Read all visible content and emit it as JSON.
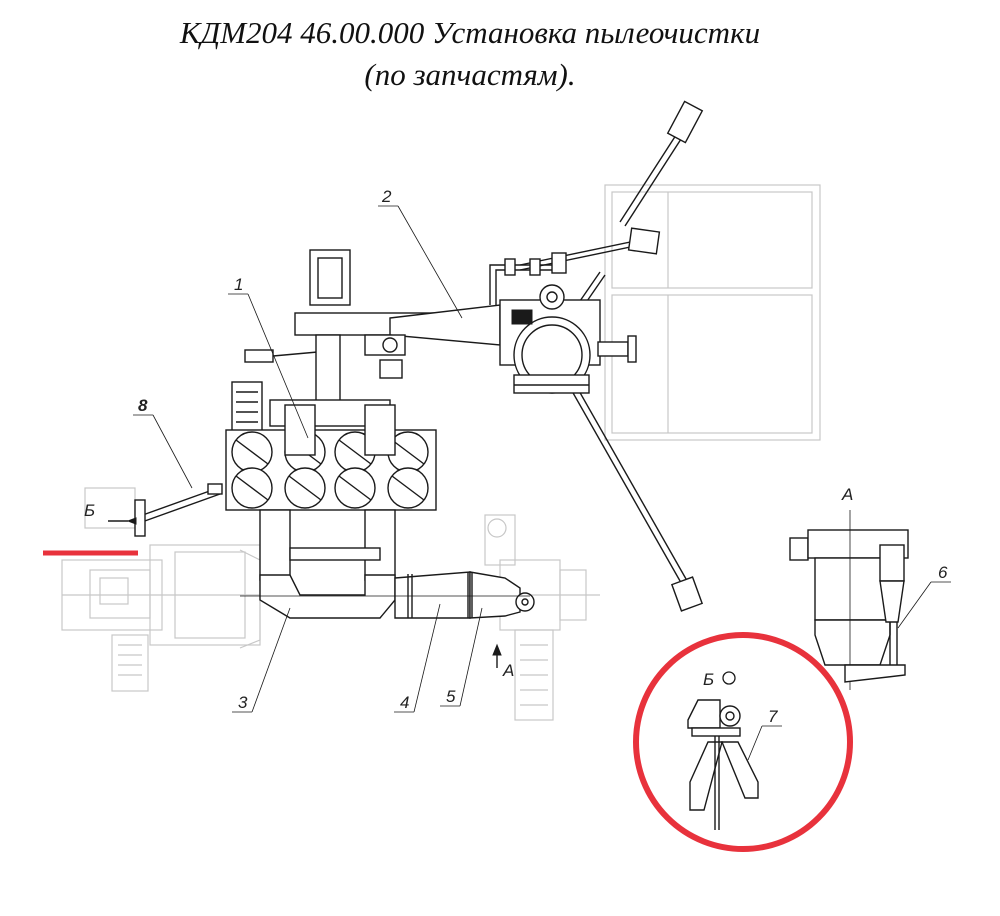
{
  "title": {
    "line1": "КДМ204 46.00.000 Установка пылеочистки",
    "line2": "(по запчастям)."
  },
  "callouts": {
    "p1": "1",
    "p2": "2",
    "p3": "3",
    "p4": "4",
    "p5": "5",
    "p6": "6",
    "p7": "7",
    "p8": "8"
  },
  "views": {
    "view_a_label": "А",
    "view_b_label": "Б",
    "arrow_a_label": "А",
    "arrow_b_label": "Б"
  },
  "colors": {
    "highlight": "#e8323c",
    "line": "#1a1a1a",
    "ghost": "#c7c7c7"
  }
}
